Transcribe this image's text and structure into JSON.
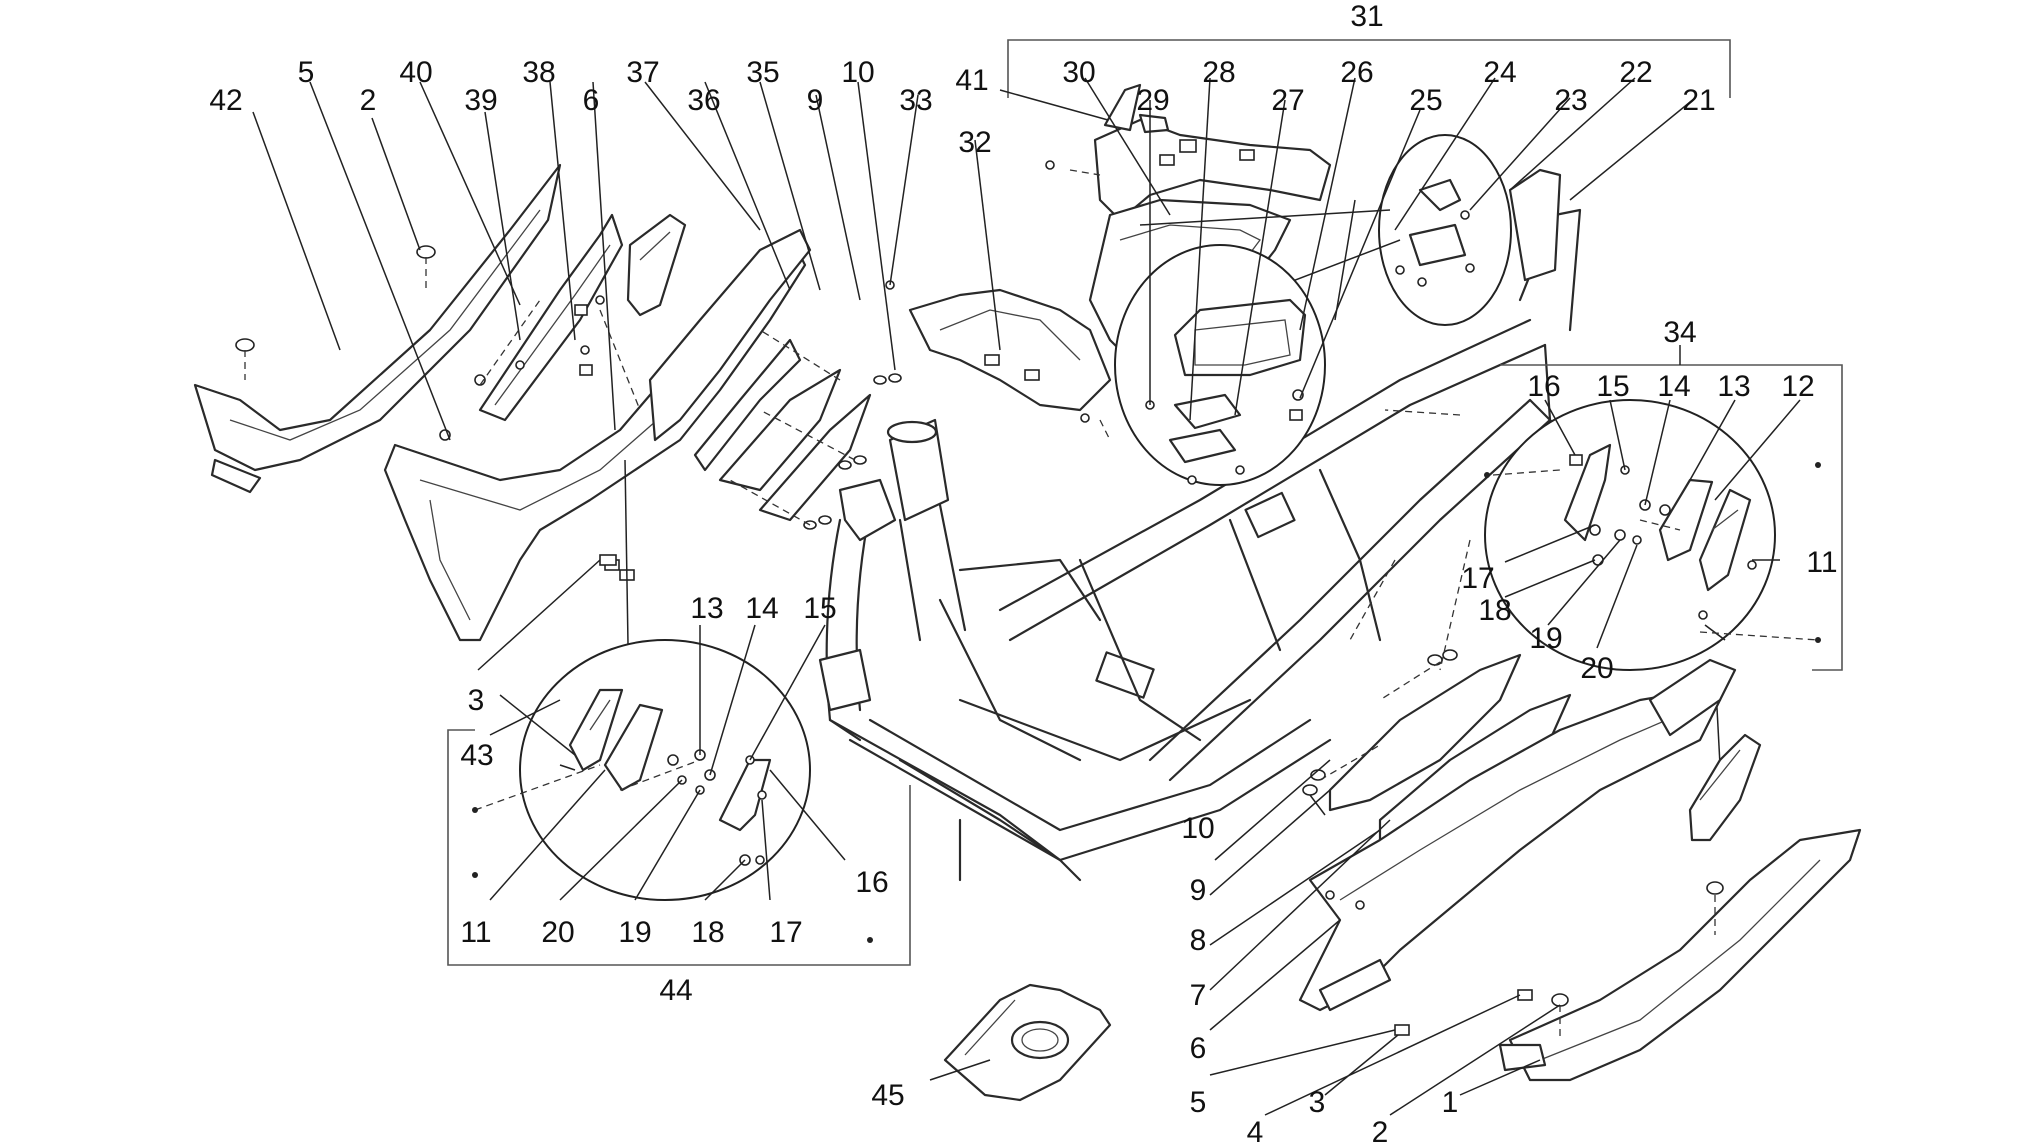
{
  "labels": {
    "l1": "1",
    "l2a": "2",
    "l2b": "2",
    "l3a": "3",
    "l3b": "3",
    "l4": "4",
    "l5a": "5",
    "l5b": "5",
    "l6a": "6",
    "l6b": "6",
    "l7": "7",
    "l8": "8",
    "l9a": "9",
    "l9b": "9",
    "l10a": "10",
    "l10b": "10",
    "l11a": "11",
    "l11b": "11",
    "l12": "12",
    "l13a": "13",
    "l13b": "13",
    "l14a": "14",
    "l14b": "14",
    "l15a": "15",
    "l15b": "15",
    "l16a": "16",
    "l16b": "16",
    "l17a": "17",
    "l17b": "17",
    "l18a": "18",
    "l18b": "18",
    "l19a": "19",
    "l19b": "19",
    "l20a": "20",
    "l20b": "20",
    "l21": "21",
    "l22": "22",
    "l23": "23",
    "l24": "24",
    "l25": "25",
    "l26": "26",
    "l27": "27",
    "l28": "28",
    "l29": "29",
    "l30": "30",
    "l31": "31",
    "l32": "32",
    "l33": "33",
    "l34": "34",
    "l35": "35",
    "l36": "36",
    "l37": "37",
    "l38": "38",
    "l39": "39",
    "l40": "40",
    "l41": "41",
    "l42": "42",
    "l43": "43",
    "l44": "44",
    "l45": "45"
  }
}
